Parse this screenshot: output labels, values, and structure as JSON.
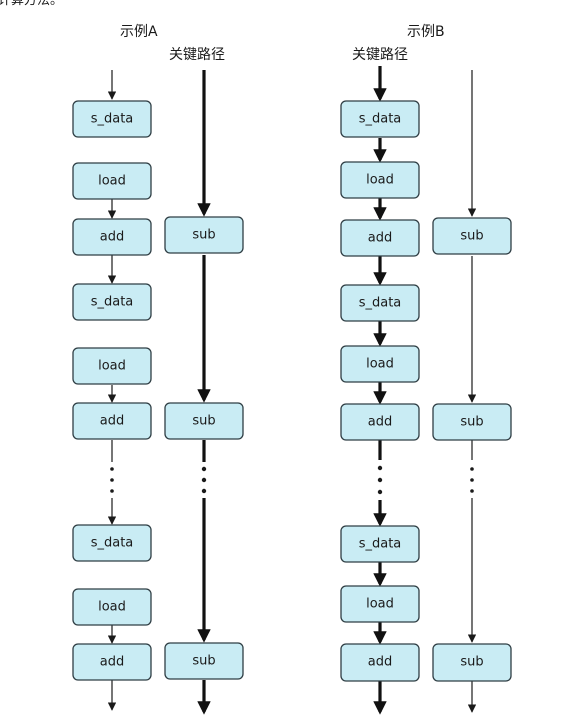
{
  "corner_text": "计算方法。",
  "example_a": {
    "title": "示例A",
    "critical_path_label": "关键路径",
    "nodes": [
      "s_data",
      "load",
      "add",
      "sub",
      "s_data",
      "load",
      "add",
      "sub",
      "s_data",
      "load",
      "add",
      "sub"
    ]
  },
  "example_b": {
    "title": "示例B",
    "critical_path_label": "关键路径",
    "nodes": [
      "s_data",
      "load",
      "add",
      "sub",
      "s_data",
      "load",
      "add",
      "sub",
      "s_data",
      "load",
      "add",
      "sub"
    ]
  }
}
